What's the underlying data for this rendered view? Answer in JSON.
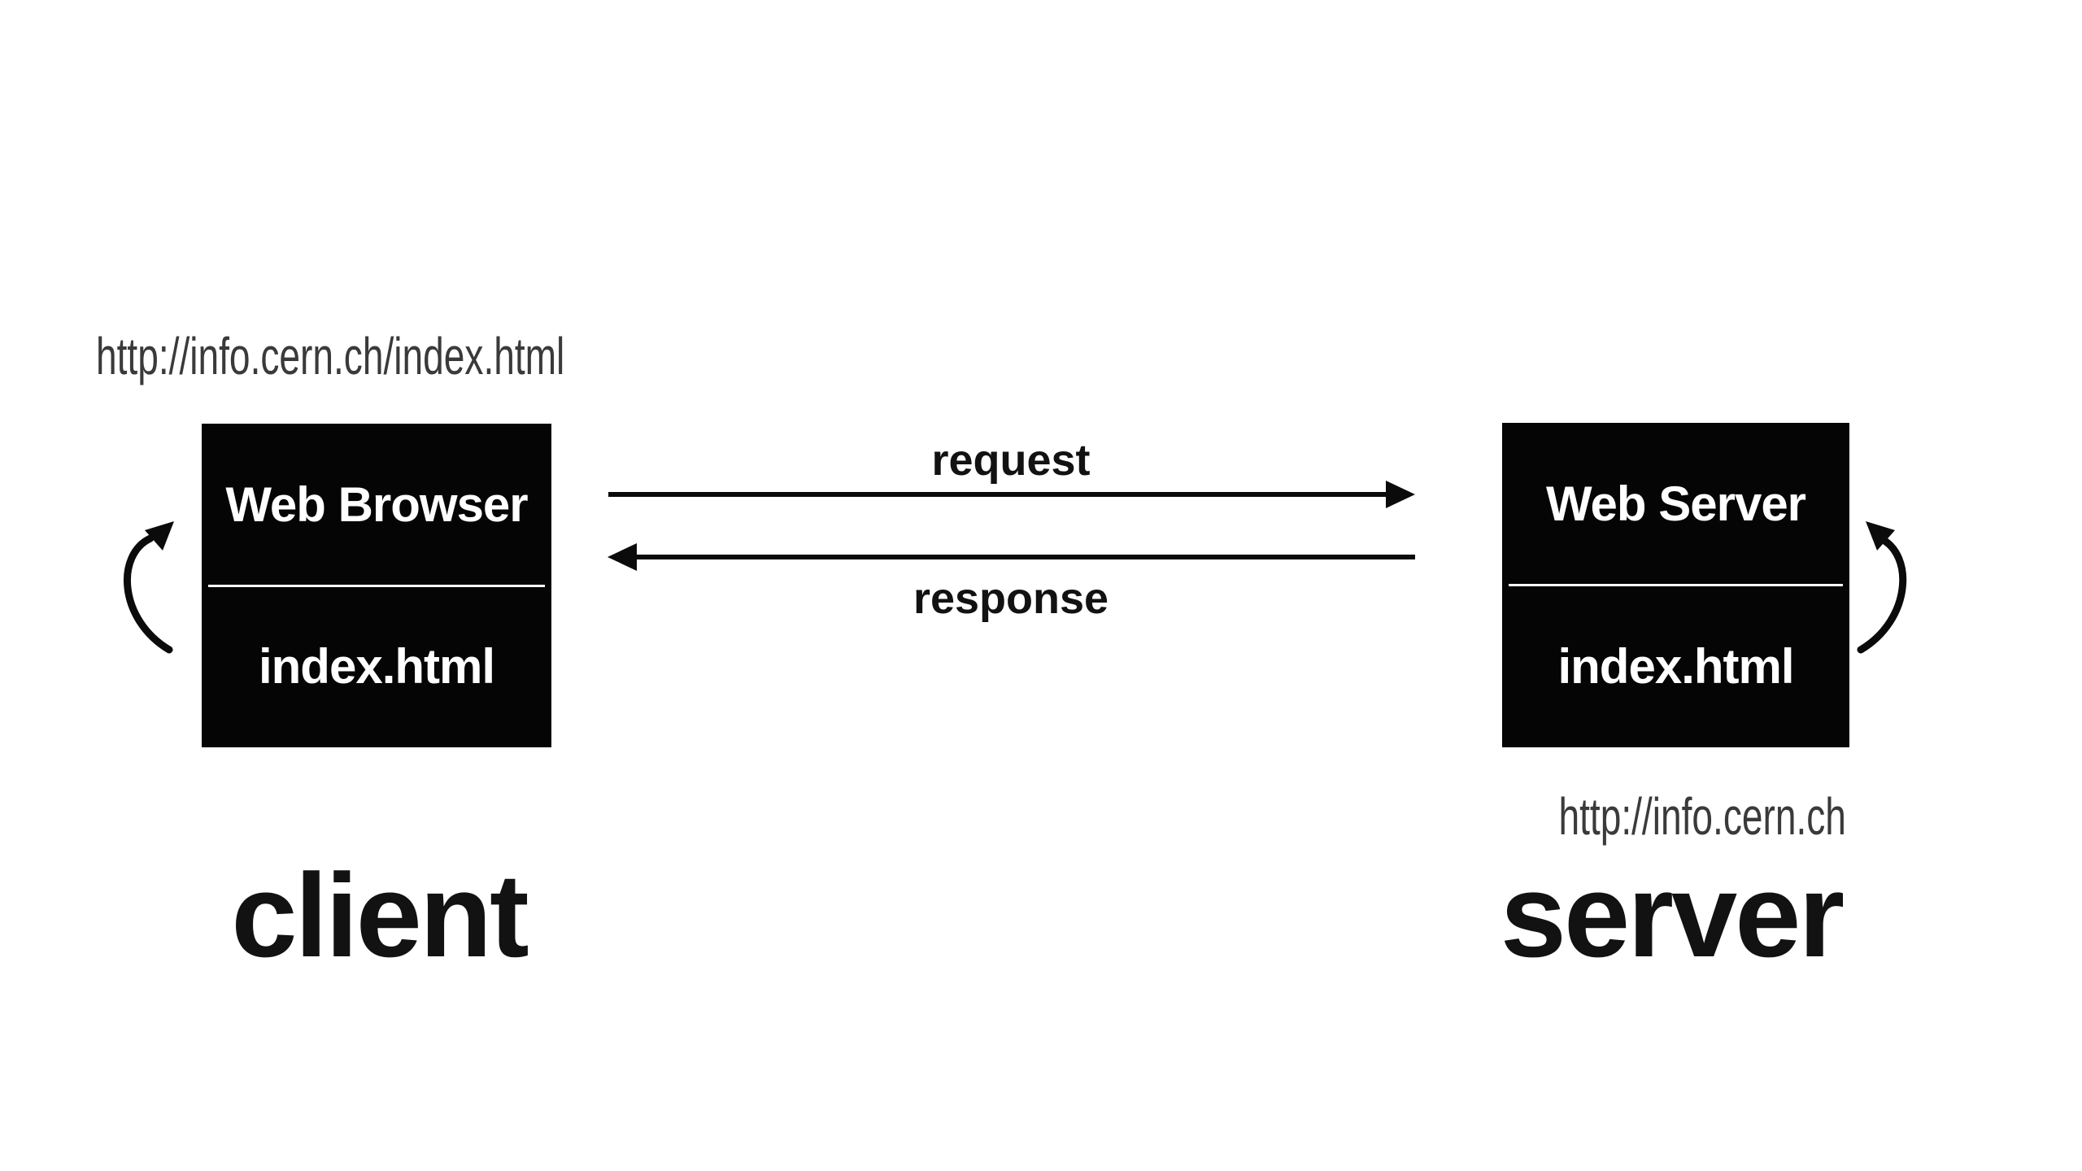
{
  "colors": {
    "background": "#ffffff",
    "box_fill": "#050505",
    "box_text": "#ffffff",
    "arrow": "#0b0b0b",
    "label_text": "#121212",
    "url_text": "#3a3a3a"
  },
  "client": {
    "url": "http://info.cern.ch/index.html",
    "box_title": "Web Browser",
    "box_file": "index.html",
    "label": "client"
  },
  "server": {
    "url": "http://info.cern.ch",
    "box_title": "Web Server",
    "box_file": "index.html",
    "label": "server"
  },
  "messages": {
    "request": "request",
    "response": "response"
  },
  "icons": {
    "client_loop": "curved-refresh-arrow-icon",
    "server_loop": "curved-refresh-arrow-icon",
    "request_arrow": "right-arrow-icon",
    "response_arrow": "left-arrow-icon"
  }
}
